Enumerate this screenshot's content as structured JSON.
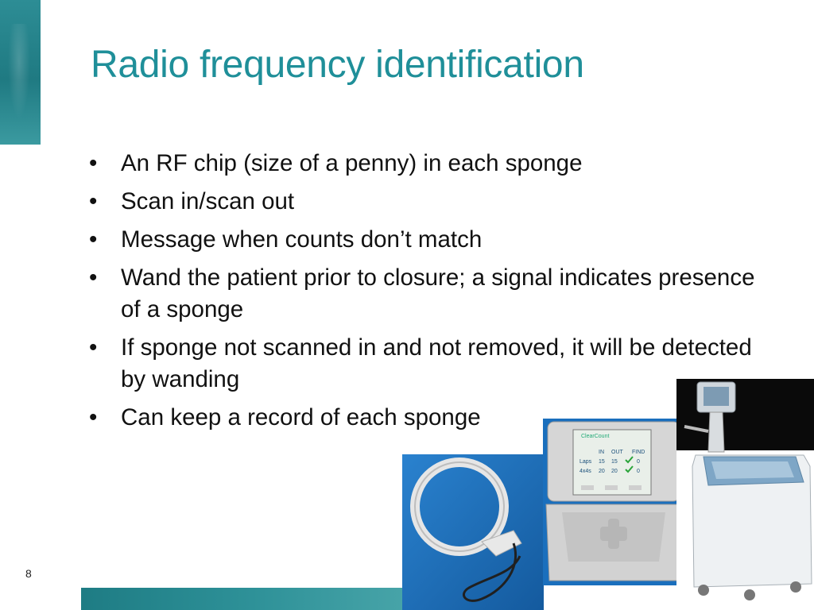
{
  "slide": {
    "title": "Radio frequency identification",
    "bullets": [
      "An RF chip (size of a penny) in each sponge",
      "Scan in/scan out",
      "Message when counts don’t match",
      "Wand the patient prior to closure; a signal indicates presence of a sponge",
      "If sponge not scanned in and not removed, it will be detected by wanding",
      "Can keep a record of each sponge"
    ],
    "page_number": "8"
  },
  "device_screen": {
    "brand": "ClearCount",
    "headers": [
      "IN",
      "OUT",
      "FIND"
    ],
    "rows": [
      {
        "label": "Laps",
        "in": "15",
        "out": "15",
        "find": "0"
      },
      {
        "label": "4x4s",
        "in": "20",
        "out": "20",
        "find": "0"
      }
    ]
  },
  "colors": {
    "title": "#1f8f99",
    "accent_band": "#1e7c84",
    "photo_background": "#1a6fbd",
    "check_green": "#2aa43a"
  },
  "icons": [
    "bullet-dot",
    "check-icon",
    "wand-icon",
    "scanner-device-icon",
    "console-cart-icon"
  ]
}
